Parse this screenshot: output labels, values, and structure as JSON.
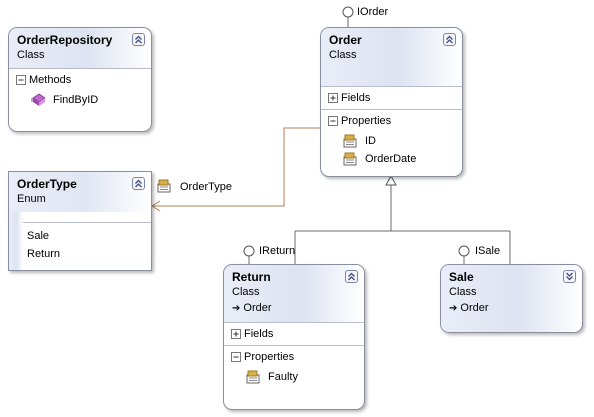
{
  "shapes": {
    "order_repository": {
      "title": "OrderRepository",
      "kind": "Class",
      "compartments": [
        {
          "label": "Methods",
          "state": "collapsed",
          "members": [
            "FindByID"
          ]
        }
      ]
    },
    "order": {
      "title": "Order",
      "kind": "Class",
      "interface": "IOrder",
      "compartments": [
        {
          "label": "Fields",
          "state": "expandable"
        },
        {
          "label": "Properties",
          "state": "collapsed",
          "members": [
            "ID",
            "OrderDate"
          ]
        }
      ]
    },
    "order_type": {
      "title": "OrderType",
      "kind": "Enum",
      "values": [
        "Sale",
        "Return"
      ]
    },
    "return": {
      "title": "Return",
      "kind": "Class",
      "base": "Order",
      "interface": "IReturn",
      "compartments": [
        {
          "label": "Fields",
          "state": "expandable"
        },
        {
          "label": "Properties",
          "state": "collapsed",
          "members": [
            "Faulty"
          ]
        }
      ]
    },
    "sale": {
      "title": "Sale",
      "kind": "Class",
      "base": "Order",
      "interface": "ISale"
    }
  },
  "associations": {
    "order_to_ordertype": {
      "label": "OrderType"
    }
  },
  "colors": {
    "shape_border": "#8a8fa0",
    "header_gradient_start": "#e9edf7",
    "association_line": "#b57b55",
    "inheritance_line": "#6b6b6b",
    "method_icon": "#c06ad0",
    "property_icon": "#d8b04a"
  },
  "icons": {
    "method": "method-icon",
    "property": "property-icon",
    "interface": "lollipop-icon",
    "collapse": "chevron-up-icon",
    "expand": "chevron-down-icon"
  }
}
